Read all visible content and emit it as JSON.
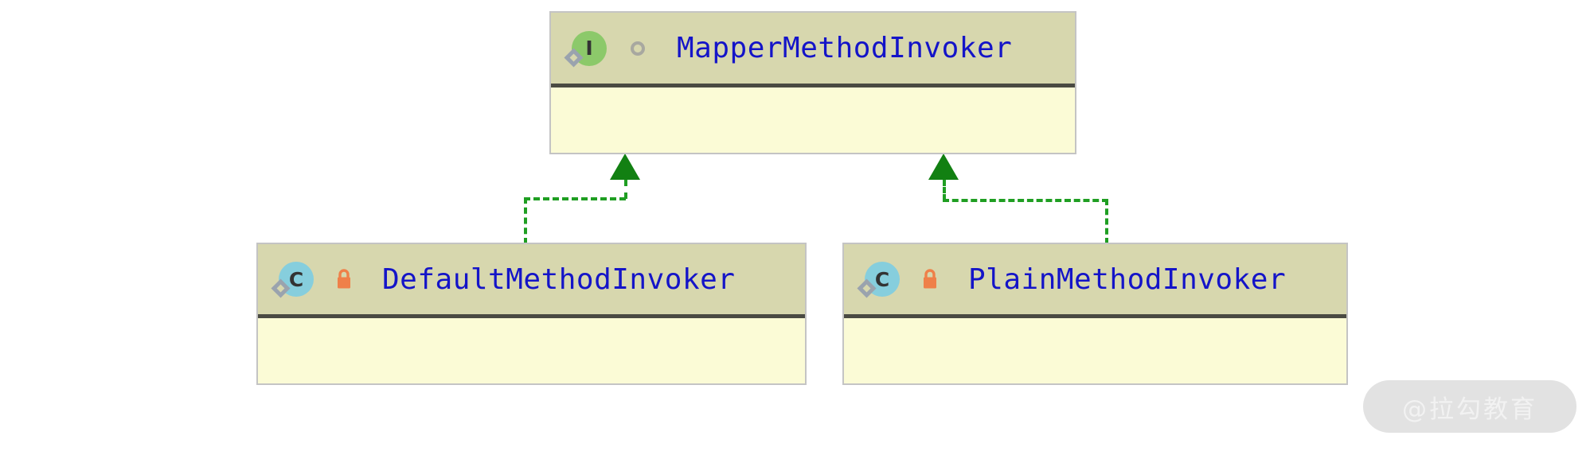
{
  "diagram": {
    "type": "uml-class-diagram",
    "background_color": "#ffffff",
    "relationship_label": "realization",
    "relationship_color": "#1f9e22"
  },
  "nodes": {
    "interface": {
      "name": "MapperMethodInvoker",
      "kind": "interface",
      "kind_badge": "I",
      "badge_color": "#8cc96a",
      "header_color": "#d7d7ae",
      "body_color": "#fbfbd6",
      "title_color": "#1414c8",
      "visibility_icon": "circle-outline-icon",
      "members": ""
    },
    "default_impl": {
      "name": "DefaultMethodInvoker",
      "kind": "class",
      "kind_badge": "C",
      "badge_color": "#86cedd",
      "header_color": "#d7d7ae",
      "body_color": "#fbfbd6",
      "title_color": "#1414c8",
      "visibility_icon": "lock-icon",
      "visibility_color": "#ef8049",
      "members": ""
    },
    "plain_impl": {
      "name": "PlainMethodInvoker",
      "kind": "class",
      "kind_badge": "C",
      "badge_color": "#86cedd",
      "header_color": "#d7d7ae",
      "body_color": "#fbfbd6",
      "title_color": "#1414c8",
      "visibility_icon": "lock-icon",
      "visibility_color": "#ef8049",
      "members": ""
    }
  },
  "edges": [
    {
      "from": "DefaultMethodInvoker",
      "to": "MapperMethodInvoker",
      "style": "dashed",
      "arrow": "solid-triangle"
    },
    {
      "from": "PlainMethodInvoker",
      "to": "MapperMethodInvoker",
      "style": "dashed",
      "arrow": "solid-triangle"
    }
  ],
  "watermark": {
    "text": "@拉勾教育"
  }
}
